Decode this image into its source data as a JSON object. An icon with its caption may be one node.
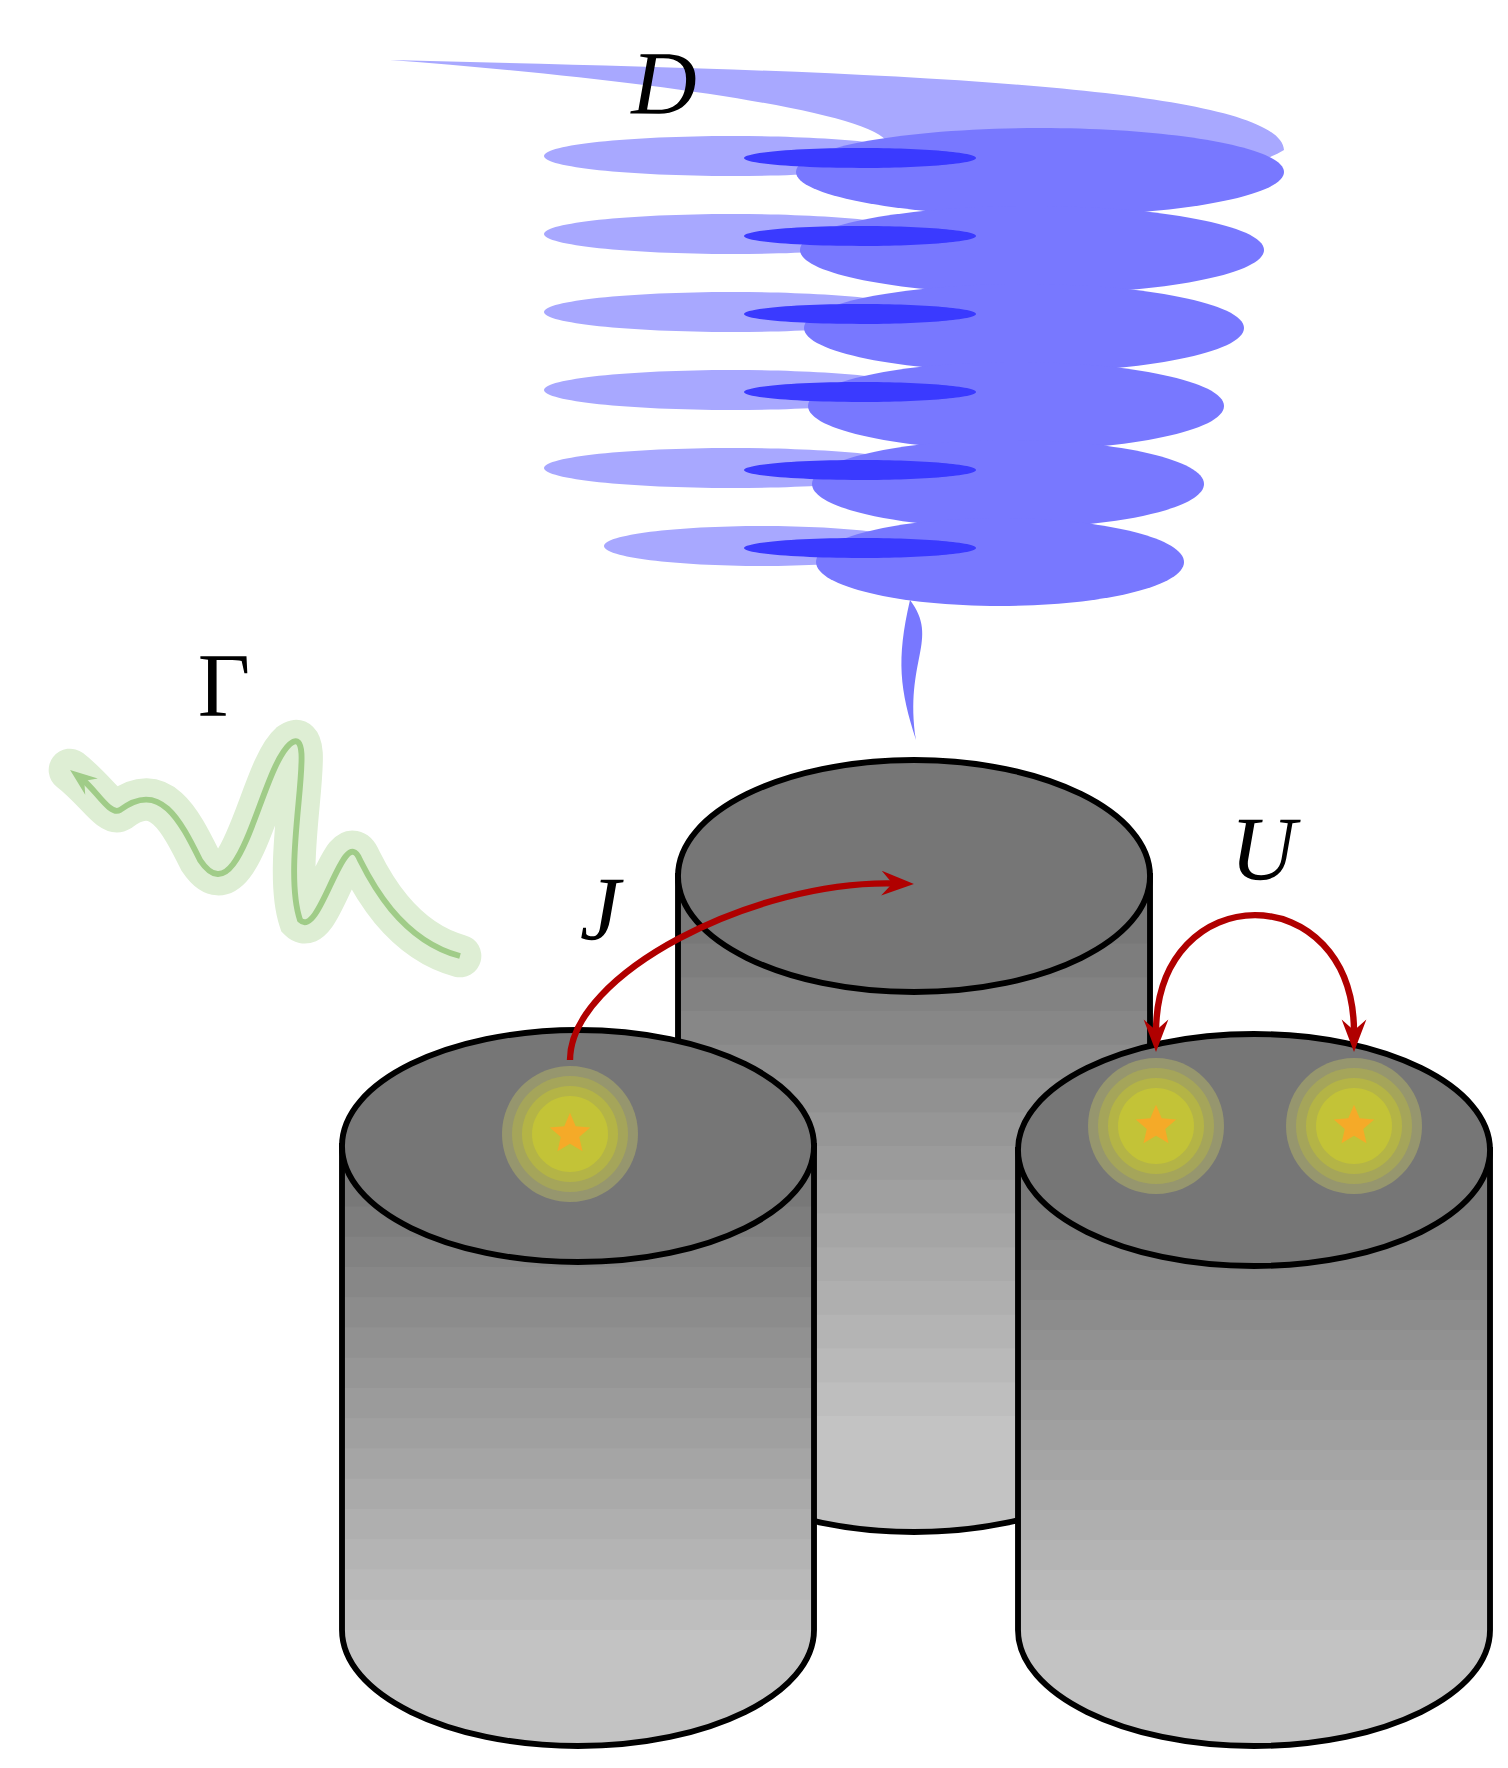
{
  "diagram": {
    "nodes": [
      {
        "text": [],
        "shape": "cylinder"
      },
      {
        "text": [],
        "shape": "cylinder"
      },
      {
        "text": [],
        "shape": "cylinder"
      },
      {
        "text": [],
        "shape": "star"
      },
      {
        "text": [],
        "shape": "star"
      },
      {
        "text": [],
        "shape": "star"
      }
    ],
    "edges": [
      {
        "from": 3,
        "to": 0,
        "arrow": "to",
        "label": "J"
      },
      {
        "from": 4,
        "to": 5,
        "arrow": "both",
        "label": "U"
      }
    ],
    "labels": [
      "D",
      "Γ"
    ]
  }
}
